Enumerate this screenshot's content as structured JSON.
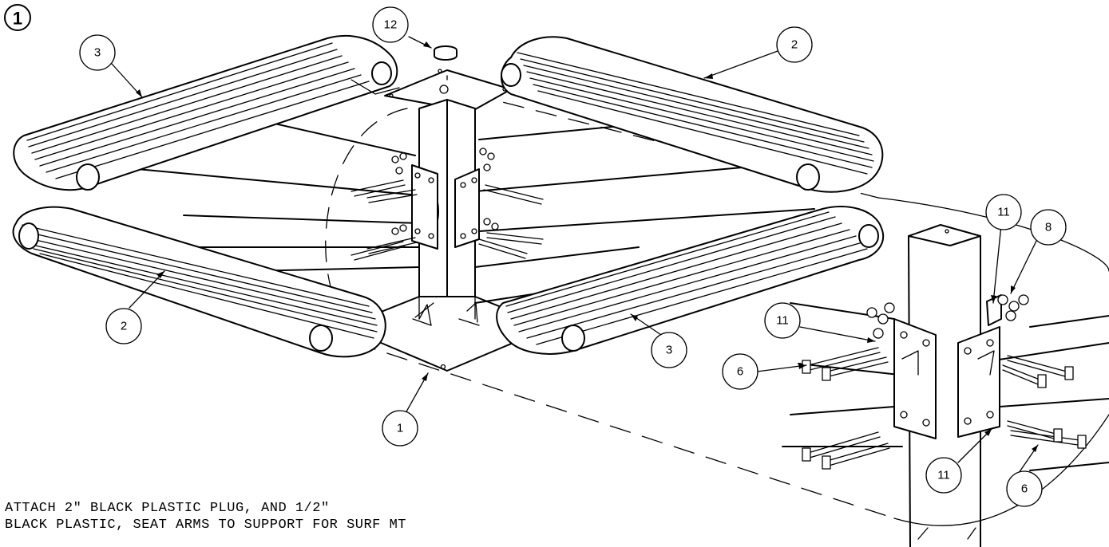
{
  "step_number": "1",
  "callouts": [
    {
      "id": "c12",
      "text": "12"
    },
    {
      "id": "c3a",
      "text": "3"
    },
    {
      "id": "c2a",
      "text": "2"
    },
    {
      "id": "c2b",
      "text": "2"
    },
    {
      "id": "c3b",
      "text": "3"
    },
    {
      "id": "c1",
      "text": "1"
    },
    {
      "id": "c11a",
      "text": "11"
    },
    {
      "id": "c8",
      "text": "8"
    },
    {
      "id": "c11b",
      "text": "11"
    },
    {
      "id": "c6a",
      "text": "6"
    },
    {
      "id": "c11c",
      "text": "11"
    },
    {
      "id": "c6b",
      "text": "6"
    }
  ],
  "note": {
    "line1": "ATTACH 2\" BLACK PLASTIC PLUG, AND 1/2\"",
    "line2": "BLACK PLASTIC, SEAT ARMS TO SUPPORT FOR SURF MT"
  }
}
